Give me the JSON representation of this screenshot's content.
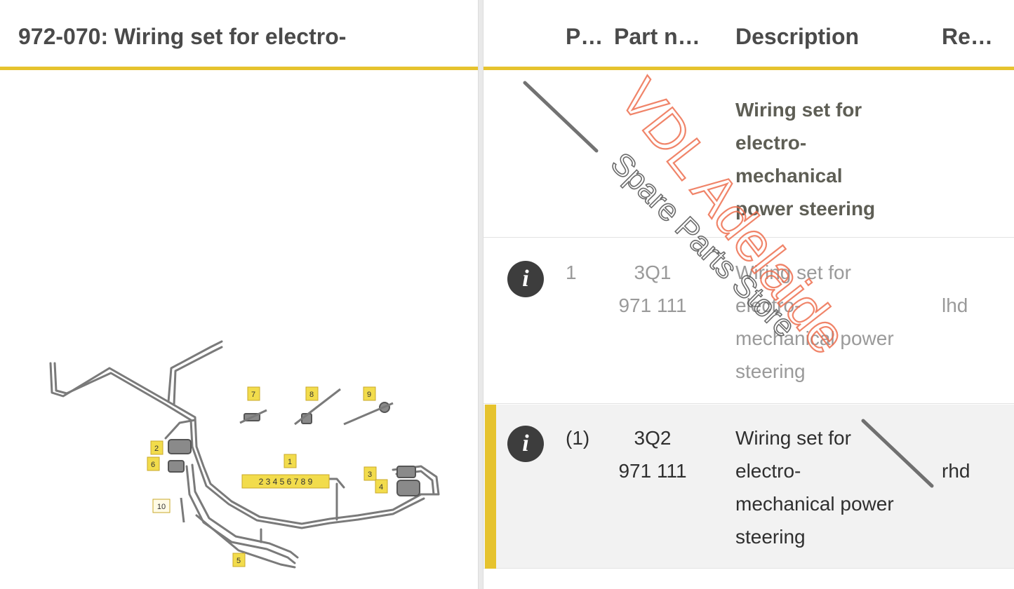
{
  "left": {
    "title": "972-070: Wiring set for electro-"
  },
  "diagram": {
    "callouts": [
      "7",
      "8",
      "9",
      "1",
      "2",
      "6",
      "3",
      "4",
      "10",
      "5",
      "2 3 4 5 6 7 8 9"
    ]
  },
  "table": {
    "headers": {
      "pos": "P…",
      "part_no": "Part n…",
      "description": "Description",
      "remark": "Re…"
    },
    "group": {
      "description_lines": [
        "Wiring set for",
        "electro-",
        "mechanical",
        "power steering"
      ]
    },
    "rows": [
      {
        "pos": "1",
        "part_lines": [
          "3Q1",
          "971 111"
        ],
        "description_lines": [
          "Wiring set for",
          "electro-",
          "mechanical power",
          "steering"
        ],
        "remark": "lhd",
        "selected": false
      },
      {
        "pos": "(1)",
        "part_lines": [
          "3Q2",
          "971 111"
        ],
        "description_lines": [
          "Wiring set for",
          "electro-",
          "mechanical power",
          "steering"
        ],
        "remark": "rhd",
        "selected": true
      }
    ],
    "info_glyph": "i"
  },
  "watermark": {
    "line1": "VDL Adelaide",
    "line2": "Spare Parts Store"
  },
  "colors": {
    "accent": "#e6c32e",
    "watermark_orange": "#ee6f4f",
    "watermark_gray": "#5a5a5a"
  }
}
